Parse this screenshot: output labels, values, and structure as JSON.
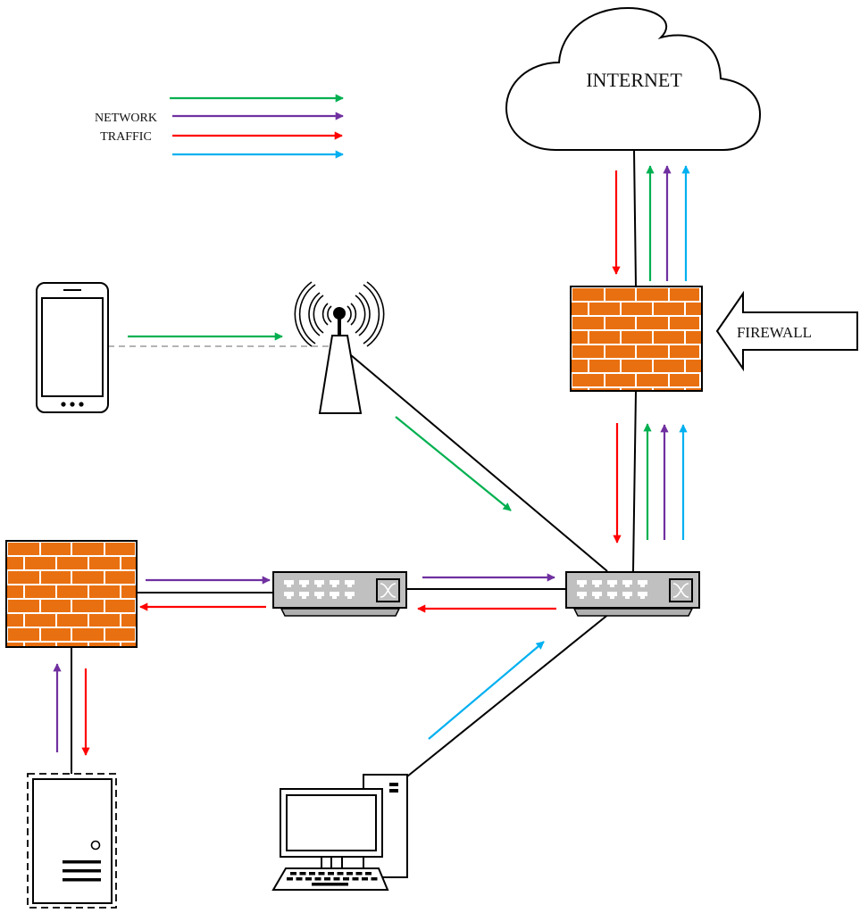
{
  "legend": {
    "label_line1": "NETWORK",
    "label_line2": "TRAFFIC",
    "colors": [
      "#00b050",
      "#7030a0",
      "#ff0000",
      "#00b0f0"
    ]
  },
  "nodes": {
    "internet": {
      "label": "INTERNET"
    },
    "firewall_callout": {
      "label": "FIREWALL"
    },
    "firewall_colors": {
      "brick": "#e97010",
      "mortar": "#ffffff"
    },
    "switch_colors": {
      "body": "#c0c0c0"
    }
  },
  "flows": [
    {
      "id": "phone-to-ap",
      "color": "#00b050",
      "direction": "phone → access point"
    },
    {
      "id": "ap-to-core-switch",
      "color": "#00b050",
      "direction": "access point → core switch"
    },
    {
      "id": "internal-fw-to-switch",
      "color": "#7030a0",
      "direction": "internal firewall → switch → core switch"
    },
    {
      "id": "core-to-internal-fw",
      "color": "#ff0000",
      "direction": "core switch → switch → internal firewall"
    },
    {
      "id": "pc-to-core",
      "color": "#00b0f0",
      "direction": "PC → core switch"
    },
    {
      "id": "server-up",
      "color": "#7030a0",
      "direction": "server → internal firewall"
    },
    {
      "id": "server-down",
      "color": "#ff0000",
      "direction": "internal firewall → server"
    },
    {
      "id": "core-up",
      "colors": [
        "#00b050",
        "#7030a0",
        "#00b0f0"
      ],
      "direction": "core switch → firewall → internet"
    },
    {
      "id": "core-down",
      "color": "#ff0000",
      "direction": "internet → firewall → core switch"
    }
  ]
}
